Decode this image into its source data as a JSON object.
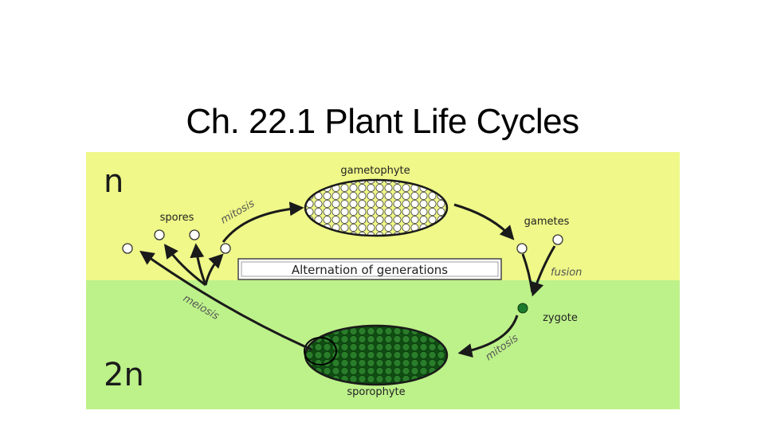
{
  "slide": {
    "title": "Ch. 22.1  Plant Life Cycles"
  },
  "diagram": {
    "ploidy_haploid": "n",
    "ploidy_diploid": "2n",
    "gametophyte": "gametophyte",
    "sporophyte": "sporophyte",
    "spores": "spores",
    "gametes": "gametes",
    "zygote": "zygote",
    "fusion": "fusion",
    "mitosis_top": "mitosis",
    "mitosis_bottom": "mitosis",
    "meiosis": "meiosis",
    "center_label": "Alternation of generations",
    "colors": {
      "haploid_band": "#eff888",
      "diploid_band": "#bdf18a",
      "sporophyte_fill": "#1f6b1f",
      "gametophyte_fill": "#ffffff",
      "zygote": "#1d7a2e",
      "outline": "#1a1a1a"
    }
  }
}
